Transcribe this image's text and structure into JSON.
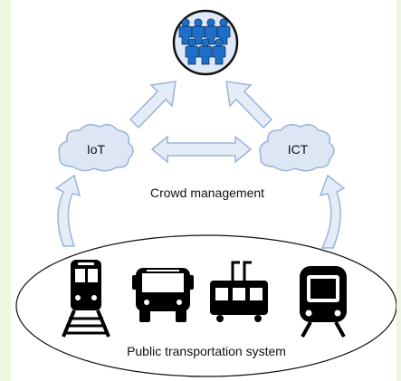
{
  "diagram": {
    "top_node_icon": "crowd-of-people-icon",
    "cloud_left_label": "IoT",
    "cloud_right_label": "ICT",
    "center_label": "Crowd management",
    "system_label": "Public transportation system",
    "vehicles": [
      "train-icon",
      "bus-icon",
      "trolleybus-icon",
      "tram-icon"
    ],
    "colors": {
      "crowd_circle": "#dfe8f7",
      "people": "#1e6fc8",
      "cloud_fill": "#dce6f5",
      "arrow_fill": "#e4ecf7",
      "arrow_stroke": "#9bb4d8",
      "vehicle": "#000000"
    }
  }
}
